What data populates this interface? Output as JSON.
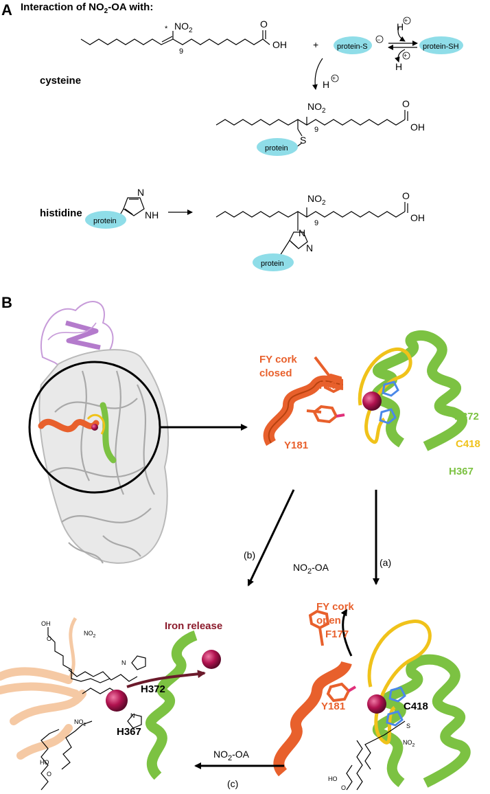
{
  "panel_a": {
    "letter": "A",
    "heading_pre": "Interaction of NO",
    "heading_sub": "2",
    "heading_post": "-OA with:",
    "row_cysteine": "cysteine",
    "row_histidine": "histidine",
    "no2_label": "NO",
    "no2_sub": "2",
    "oh_label": "OH",
    "o_label": "O",
    "position_9": "9",
    "asterisk": "*",
    "plus": "+",
    "protein": "protein",
    "protein_s": "protein-S",
    "protein_sh": "protein-SH",
    "h_label": "H",
    "s_label": "S",
    "n_label": "N",
    "nh_label": "NH",
    "minus": "−",
    "plus_charge": "+"
  },
  "panel_b": {
    "letter": "B",
    "fy_closed_1": "FY cork",
    "fy_closed_2": "closed",
    "fy_open_1": "FY cork",
    "fy_open_2": "open",
    "f177": "F177",
    "y181": "Y181",
    "h372": "H372",
    "c418": "C418",
    "h367": "H367",
    "iron_release": "Iron release",
    "no2oa_pre": "NO",
    "no2oa_sub": "2",
    "no2oa_post": "-OA",
    "step_a": "(a)",
    "step_b": "(b)",
    "step_c": "(c)",
    "oh_small": "OH",
    "ho_small": "HO",
    "o_small": "O",
    "no2_small": "NO",
    "no2_small_sub": "2",
    "n_small": "N",
    "s_small": "S"
  },
  "colors": {
    "orange": "#e8602c",
    "green": "#7cc242",
    "yellow": "#f0c21a",
    "lavender": "#c79bd9",
    "grey": "#c8c8c8",
    "iron": "#b0124f",
    "cyan": "#8fdde8",
    "maroon": "#8b1a2b"
  }
}
